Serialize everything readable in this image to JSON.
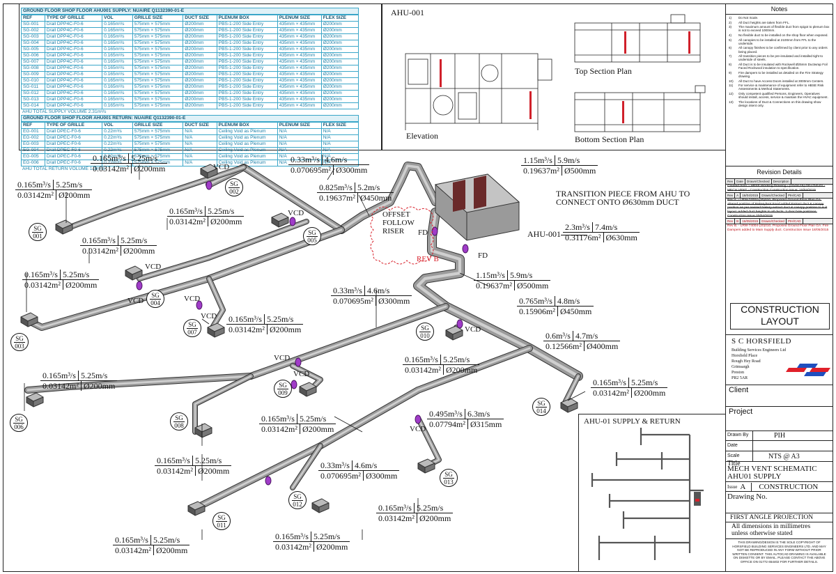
{
  "schedule": {
    "supply_title": "GROUND FLOOR SHOP FLOOR AHU001 SUPPLY: NUAIRE Q1132390-01-E",
    "supply_headers": [
      "REF",
      "TYPE OF GRILLE",
      "VOL",
      "GRILLE SIZE",
      "DUCT SIZE",
      "PLENUM BOX",
      "PLENUM SIZE",
      "FLEX SIZE"
    ],
    "supply_rows": [
      [
        "SG-001",
        "D/all DPP4C-F0-6",
        "0.165m³/s",
        "575mm × 575mm",
        "Ø200mm",
        "PBS-1-200 Side Entry",
        "435mm × 435mm",
        "Ø200mm"
      ],
      [
        "SG-002",
        "D/all DPP4C-F0-6",
        "0.165m³/s",
        "575mm × 575mm",
        "Ø200mm",
        "PBS-1-200 Side Entry",
        "435mm × 435mm",
        "Ø200mm"
      ],
      [
        "SG-003",
        "D/all DPP4C-F0-6",
        "0.165m³/s",
        "575mm × 575mm",
        "Ø200mm",
        "PBS-1-200 Side Entry",
        "435mm × 435mm",
        "Ø200mm"
      ],
      [
        "SG-004",
        "D/all DPP4C-F0-6",
        "0.165m³/s",
        "575mm × 575mm",
        "Ø200mm",
        "PBS-1-200 Side Entry",
        "435mm × 435mm",
        "Ø200mm"
      ],
      [
        "SG-005",
        "D/all DPP4C-F0-6",
        "0.165m³/s",
        "575mm × 575mm",
        "Ø200mm",
        "PBS-1-200 Side Entry",
        "435mm × 435mm",
        "Ø200mm"
      ],
      [
        "SG-006",
        "D/all DPP4C-F0-6",
        "0.165m³/s",
        "575mm × 575mm",
        "Ø200mm",
        "PBS-1-200 Side Entry",
        "435mm × 435mm",
        "Ø200mm"
      ],
      [
        "SG-007",
        "D/all DPP4C-F0-6",
        "0.165m³/s",
        "575mm × 575mm",
        "Ø200mm",
        "PBS-1-200 Side Entry",
        "435mm × 435mm",
        "Ø200mm"
      ],
      [
        "SG-008",
        "D/all DPP4C-F0-6",
        "0.165m³/s",
        "575mm × 575mm",
        "Ø200mm",
        "PBS-1-200 Side Entry",
        "435mm × 435mm",
        "Ø200mm"
      ],
      [
        "SG-009",
        "D/all DPP4C-F0-6",
        "0.165m³/s",
        "575mm × 575mm",
        "Ø200mm",
        "PBS-1-200 Side Entry",
        "435mm × 435mm",
        "Ø200mm"
      ],
      [
        "SG-010",
        "D/all DPP4C-F0-6",
        "0.165m³/s",
        "575mm × 575mm",
        "Ø200mm",
        "PBS-1-200 Side Entry",
        "435mm × 435mm",
        "Ø200mm"
      ],
      [
        "SG-011",
        "D/all DPP4C-F0-6",
        "0.165m³/s",
        "575mm × 575mm",
        "Ø200mm",
        "PBS-1-200 Side Entry",
        "435mm × 435mm",
        "Ø200mm"
      ],
      [
        "SG-012",
        "D/all DPP4C-F0-6",
        "0.165m³/s",
        "575mm × 575mm",
        "Ø200mm",
        "PBS-1-200 Side Entry",
        "435mm × 435mm",
        "Ø200mm"
      ],
      [
        "SG-013",
        "D/all DPP4C-F0-6",
        "0.165m³/s",
        "575mm × 575mm",
        "Ø200mm",
        "PBS-1-200 Side Entry",
        "435mm × 435mm",
        "Ø200mm"
      ],
      [
        "SG-014",
        "D/all DPP4C-F0-6",
        "0.165m³/s",
        "575mm × 575mm",
        "Ø200mm",
        "PBS-1-200 Side Entry",
        "435mm × 435mm",
        "Ø200mm"
      ]
    ],
    "supply_total": "AHU TOTAL SUPPLY VOLUME    2.31m³/s",
    "return_title": "GROUND FLOOR SHOP FLOOR AHU001 RETURN: NUAIRE Q1132390-01-E",
    "return_headers": [
      "REF",
      "TYPE OF GRILLE",
      "VOL",
      "GRILLE SIZE",
      "DUCT SIZE",
      "PLENUM BOX",
      "PLENUM SIZE",
      "FLEX SIZE"
    ],
    "return_rows": [
      [
        "EG-001",
        "D/all DPEC-F0-6",
        "0.22m³/s",
        "575mm × 575mm",
        "N/A",
        "Ceiling Void as Plenum",
        "N/A",
        "N/A"
      ],
      [
        "EG-002",
        "D/all DPEC-F0-6",
        "0.22m³/s",
        "575mm × 575mm",
        "N/A",
        "Ceiling Void as Plenum",
        "N/A",
        "N/A"
      ],
      [
        "EG-003",
        "D/all DPEC-F0-6",
        "0.22m³/s",
        "575mm × 575mm",
        "N/A",
        "Ceiling Void as Plenum",
        "N/A",
        "N/A"
      ],
      [
        "EG-004",
        "D/all DPEC-F0-6",
        "0.22m³/s",
        "575mm × 575mm",
        "N/A",
        "Ceiling Void as Plenum",
        "N/A",
        "N/A"
      ],
      [
        "EG-005",
        "D/all DPEC-F0-6",
        "0.22m³/s",
        "575mm × 575mm",
        "N/A",
        "Ceiling Void as Plenum",
        "N/A",
        "N/A"
      ],
      [
        "EG-006",
        "D/all DPEC-F0-6",
        "0.22m³/s",
        "575mm × 575mm",
        "N/A",
        "Ceiling Void as Plenum",
        "N/A",
        "N/A"
      ]
    ],
    "return_total": "AHU TOTAL RETURN VOLUME    1.3m³/s"
  },
  "ahu_panel": {
    "title": "AHU-001",
    "top_section": "Top Section Plan",
    "bottom_section": "Bottom Section Plan",
    "elevation": "Elevation"
  },
  "inset": {
    "title": "AHU-01 SUPPLY & RETURN"
  },
  "flows": [
    {
      "id": "f1",
      "q": "0.165m³/s",
      "v": "5.25m/s",
      "a": "0.03142m²",
      "d": "Ø200mm"
    },
    {
      "id": "f2",
      "q": "0.165m³/s",
      "v": "5.25m/s",
      "a": "0.03142m²",
      "d": "Ø200mm"
    },
    {
      "id": "f3",
      "q": "0.33m³/s",
      "v": "4.6m/s",
      "a": "0.070695m²",
      "d": "Ø300mm"
    },
    {
      "id": "f4",
      "q": "1.15m³/s",
      "v": "5.9m/s",
      "a": "0.19637m²",
      "d": "Ø500mm"
    },
    {
      "id": "f5",
      "q": "0.825m³/s",
      "v": "5.2m/s",
      "a": "0.19637m²",
      "d": "Ø450mm"
    },
    {
      "id": "f6",
      "q": "0.165m³/s",
      "v": "5.25m/s",
      "a": "0.03142m²",
      "d": "Ø200mm"
    },
    {
      "id": "f7",
      "q": "0.165m³/s",
      "v": "5.25m/s",
      "a": "0.03142m²",
      "d": "Ø200mm"
    },
    {
      "id": "f8",
      "q": "2.3m³/s",
      "v": "7.4m/s",
      "a": "0.31176m²",
      "d": "Ø630mm"
    },
    {
      "id": "f9",
      "q": "0.165m³/s",
      "v": "5.25m/s",
      "a": "0.03142m²",
      "d": "Ø200mm"
    },
    {
      "id": "f10",
      "q": "1.15m³/s",
      "v": "5.9m/s",
      "a": "0.19637m²",
      "d": "Ø500mm"
    },
    {
      "id": "f11",
      "q": "0.33m³/s",
      "v": "4.6m/s",
      "a": "0.070695m²",
      "d": "Ø300mm"
    },
    {
      "id": "f12",
      "q": "0.765m³/s",
      "v": "4.8m/s",
      "a": "0.15906m²",
      "d": "Ø450mm"
    },
    {
      "id": "f13",
      "q": "0.165m³/s",
      "v": "5.25m/s",
      "a": "0.03142m²",
      "d": "Ø200mm"
    },
    {
      "id": "f14",
      "q": "0.6m³/s",
      "v": "4.7m/s",
      "a": "0.12566m²",
      "d": "Ø400mm"
    },
    {
      "id": "f15",
      "q": "0.165m³/s",
      "v": "5.25m/s",
      "a": "0.03142m²",
      "d": "Ø200mm"
    },
    {
      "id": "f16",
      "q": "0.165m³/s",
      "v": "5.25m/s",
      "a": "0.03142m²",
      "d": "Ø200mm"
    },
    {
      "id": "f17",
      "q": "0.165m³/s",
      "v": "5.25m/s",
      "a": "0.03142m²",
      "d": "Ø200mm"
    },
    {
      "id": "f18",
      "q": "0.495m³/s",
      "v": "6.3m/s",
      "a": "0.07794m²",
      "d": "Ø315mm"
    },
    {
      "id": "f19",
      "q": "0.165m³/s",
      "v": "5.25m/s",
      "a": "0.03142m²",
      "d": "Ø200mm"
    },
    {
      "id": "f20",
      "q": "0.165m³/s",
      "v": "5.25m/s",
      "a": "0.03142m²",
      "d": "Ø200mm"
    },
    {
      "id": "f21",
      "q": "0.33m³/s",
      "v": "4.6m/s",
      "a": "0.070695m²",
      "d": "Ø300mm"
    },
    {
      "id": "f22",
      "q": "0.165m³/s",
      "v": "5.25m/s",
      "a": "0.03142m²",
      "d": "Ø200mm"
    },
    {
      "id": "f23",
      "q": "0.165m³/s",
      "v": "5.25m/s",
      "a": "0.03142m²",
      "d": "Ø200mm"
    },
    {
      "id": "f24",
      "q": "0.165m³/s",
      "v": "5.25m/s",
      "a": "0.03142m²",
      "d": "Ø200mm"
    }
  ],
  "grilles": {
    "sg001": "SG|001",
    "sg002": "SG|002",
    "sg003": "SG|003",
    "sg004": "SG|004",
    "sg005": "SG|005",
    "sg006": "SG|006",
    "sg007": "SG|007",
    "sg008": "SG|008",
    "sg009": "SG|009",
    "sg010": "SG|010",
    "sg011": "SG|011",
    "sg012": "SG|012",
    "sg013": "SG|013",
    "sg014": "SG|014"
  },
  "annotations": {
    "vcd": "VCD",
    "fd": "FD",
    "offset": "OFFSET\nFOLLOW\nRISER",
    "rev_b": "REV B",
    "transition": "TRANSITION PIECE FROM AHU TO\nCONNECT ONTO Ø630mm DUCT",
    "ahu_label": "AHU-001"
  },
  "title_block": {
    "notes_title": "Notes",
    "notes": [
      [
        "1)",
        "Do Not Scale."
      ],
      [
        "2)",
        "All Duct heights are taken from FFL."
      ],
      [
        "3)",
        "The maximum amount of flexible duct from spigot to plenum box is not to exceed 1000mm."
      ],
      [
        "4)",
        "No flexible duct to be installed on the shop floor when exposed."
      ],
      [
        "5)",
        "All canopies to be installed at 2100mm from FFL to the underside."
      ],
      [
        "6)",
        "All canopy finishes to be confirmed by client prior to any orders being placed."
      ],
      [
        "7)",
        "All transition pieces to be pre-insulated and installed tight to underside of steels."
      ],
      [
        "8)",
        "All Duct is to be insulated with Rockwell Ø25mm Ductwrap Foil Faced Rockwool insulation to specification."
      ],
      [
        "9)",
        "Fire dampers to be installed as detailed on the Fire Strategy drawing."
      ],
      [
        "10)",
        "All Duct to have Access Doors installed at 3000mm Centers."
      ],
      [
        "11)",
        "For service & maintenance of equipment refer to HBSE Risk Assessments & Method Statements."
      ],
      [
        "12)",
        "Only competent qualified Persons, Engineers, Operatives should install, access, service & maintain the HVAC equipment."
      ],
      [
        "13)",
        "The locations of Duct & Connections on this drawing show design intent only."
      ]
    ],
    "revision_title": "Revision Details",
    "rev_header": [
      "Rev",
      "Date",
      "Drawn/Checked",
      "Description"
    ],
    "rev_created": "Created from :- HBSE Working Drawing - (10-04-15) GF-LT-E-01 - MECH VENT - Construction Construction Issue: 10/04/2015",
    "rev_a_head": [
      "Rev",
      "A",
      "16/04/2015",
      "Drawn/Checked",
      "PIH/CAD"
    ],
    "rev_a": "Rev A. - LRW-74004-(20)010, Proposed Ground Floor Plan GA. Altered position of Bakery/Hot Food added Extract duct & canopy position as per revised bakery extract duct & canopy position to suit layout. Added duct heights to all ducts. 2 door hole positions. Construction Issue 20/04/2015",
    "rev_b_head": [
      "Rev",
      "B",
      "16/05/2015",
      "Drawn/Checked",
      "PIH/CAD"
    ],
    "rev_b": "Rev B. - LRW-74004-(20)010, Proposed Ground Floor Plan GA. Fire Dampers added to Main Supply duct. Construction Issue 18/05/2015",
    "construction_layout": "CONSTRUCTION LAYOUT",
    "company": "S C HORSFIELD",
    "company_lines": [
      "Building Services Engineers Ltd",
      "Horsfield Place",
      "Rough Hey Road",
      "Grimsargh",
      "Preston",
      "PR2 5AR"
    ],
    "client_label": "Client",
    "project_label": "Project",
    "drawn_by_label": "Drawn By",
    "drawn_by": "PIH",
    "date_label": "Date",
    "date_value": "",
    "scale_label": "Scale",
    "scale_value": "NTS @ A3",
    "title_label": "Title",
    "title_value": "MECH VENT SCHEMATIC\nAHU01 SUPPLY",
    "issue_label": "Issue",
    "issue_value": "A",
    "issue_text": "CONSTRUCTION",
    "drawing_no_label": "Drawing No.",
    "projection": "FIRST ANGLE PROJECTION",
    "dims": "All dimensions in millimetres\nunless otherwise stated",
    "copyright": "THIS DRAWING/DESIGN IS THE SOLE COPYRIGHT OF HORSFIELD BUILDING SERVICES ENGINEERS LTD. AND MAY NOT BE REPRODUCED IN ANY FORM WITHOUT PRIOR WRITTEN CONSENT. THIS AUTOCAD DRAWING IS AVAILABLE ON DISKETTE OR BY EMAIL. PLEASE CONTACT THE ABOVE OFFICE ON 01772 654402 FOR FURTHER DETAILS."
  },
  "colors": {
    "duct": "#8c8c8c",
    "duct_dark": "#505050",
    "damper": "#a03cc8",
    "revcloud": "#d8202a",
    "table": "#39a6c8",
    "logo_red": "#e0202a",
    "logo_blue": "#1f4fbf"
  }
}
